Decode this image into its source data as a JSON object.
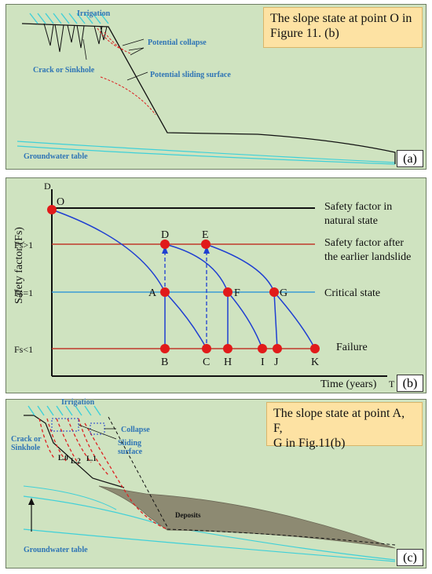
{
  "panel_a": {
    "title_line1": "The slope state at point O in",
    "title_line2": "Figure 11. (b)",
    "irrigation": "Irrigation",
    "potential_collapse": "Potential collapse",
    "crack_sinkhole": "Crack or Sinkhole",
    "potential_sliding": "Potential sliding surface",
    "groundwater": "Groundwater table",
    "tag": "(a)"
  },
  "panel_b": {
    "tag": "(b)",
    "chart_data": {
      "type": "line",
      "ylabel": "Safety factor (Fs)",
      "y_axis_letter": "D",
      "xlabel": "Time (years)",
      "x_axis_letter": "T",
      "y_ticks": [
        "Fs>1",
        "Fs=1",
        "Fs<1"
      ],
      "levels": [
        {
          "label_line1": "Safety factor in",
          "label_line2": "natural state",
          "color": "#111111"
        },
        {
          "label_line1": "Safety factor after",
          "label_line2": "the earlier landslide",
          "color": "#c0392b"
        },
        {
          "label_line1": "Critical state",
          "label_line2": "",
          "color": "#3a9bd6"
        },
        {
          "label_line1": "Failure",
          "label_line2": "",
          "color": "#c0392b"
        }
      ],
      "points": [
        {
          "name": "O",
          "level": 0,
          "t": 0
        },
        {
          "name": "D",
          "level": 1,
          "t": 3
        },
        {
          "name": "E",
          "level": 1,
          "t": 4.5
        },
        {
          "name": "A",
          "level": 2,
          "t": 3
        },
        {
          "name": "F",
          "level": 2,
          "t": 5.2
        },
        {
          "name": "G",
          "level": 2,
          "t": 6.8
        },
        {
          "name": "B",
          "level": 3,
          "t": 3
        },
        {
          "name": "C",
          "level": 3,
          "t": 4.5
        },
        {
          "name": "H",
          "level": 3,
          "t": 5.2
        },
        {
          "name": "I",
          "level": 3,
          "t": 6.3
        },
        {
          "name": "J",
          "level": 3,
          "t": 6.8
        },
        {
          "name": "K",
          "level": 3,
          "t": 7.8
        }
      ],
      "curve_color": "#1f3fd1",
      "marker_color": "#e11a1a"
    }
  },
  "panel_c": {
    "title_line1": "The slope state at point A, F,",
    "title_line2": "G in Fig.11(b)",
    "irrigation": "Irrigation",
    "collapse": "Collapse",
    "crack_line1": "Crack or",
    "crack_line2": "Sinkhole",
    "sliding_line1": "Sliding",
    "sliding_line2": "surface",
    "l0": "L.0",
    "l2": "L.2",
    "l1": "L.1",
    "deposits": "Deposits",
    "groundwater": "Groundwater table",
    "tag": "(c)"
  }
}
